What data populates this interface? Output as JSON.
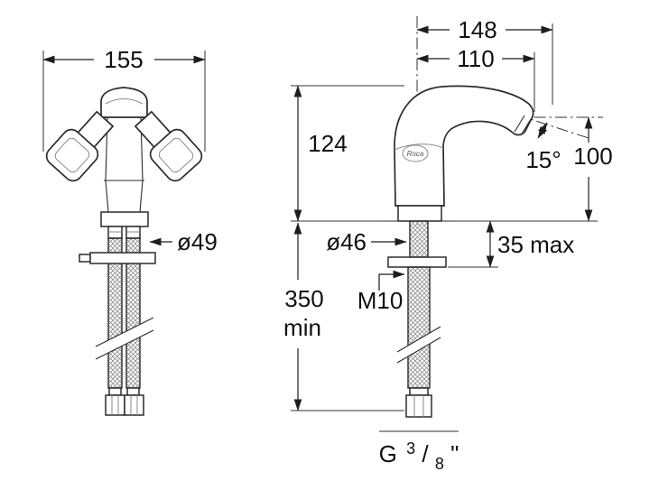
{
  "page": {
    "background": "#ffffff",
    "line_color": "#2b2b2b"
  },
  "front_view": {
    "width": "155",
    "shank_diameter": "ø49"
  },
  "side_view": {
    "overall_reach": "148",
    "spout_reach": "110",
    "body_height": "124",
    "spray_angle": "15°",
    "outlet_height": "100",
    "base_diameter": "ø46",
    "deck_thickness": "35 max",
    "stud_thread": "M10",
    "hose_length": "350",
    "hose_length_qualifier": "min",
    "brand": "Roca",
    "connection": {
      "prefix": "G",
      "numerator": "3",
      "slash": "/",
      "denominator": "8",
      "suffix": "\""
    }
  }
}
